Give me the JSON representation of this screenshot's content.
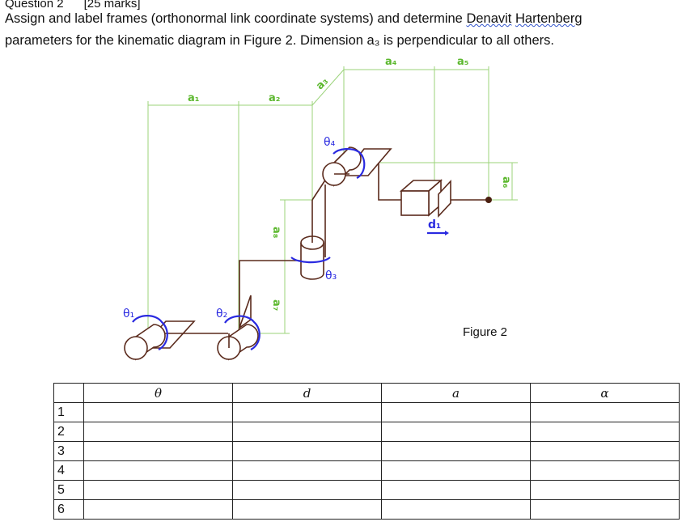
{
  "header": {
    "question": "Question 2",
    "marks": "[25 marks]"
  },
  "question": {
    "line1_pre": "Assign and label frames (orthonormal link coordinate systems) and determine ",
    "line1_spell1": "Denavit",
    "line1_spell2": "Hartenberg",
    "line2": "parameters for the kinematic diagram in Figure 2. Dimension a₃ is perpendicular to all others."
  },
  "figure": {
    "caption": "Figure 2",
    "dimensions": [
      "a₁",
      "a₂",
      "a₃",
      "a₄",
      "a₅",
      "a₆",
      "a₇",
      "a₈"
    ],
    "joints": [
      "θ₁",
      "θ₂",
      "θ₃",
      "θ₄",
      "d₁"
    ],
    "colors": {
      "dimension": "#5cb82e",
      "link": "#5a2a1c",
      "joint_motion": "#2a2ae0"
    }
  },
  "table": {
    "headers": [
      "",
      "θ",
      "d",
      "a",
      "α"
    ],
    "rows": [
      "1",
      "2",
      "3",
      "4",
      "5",
      "6"
    ]
  }
}
